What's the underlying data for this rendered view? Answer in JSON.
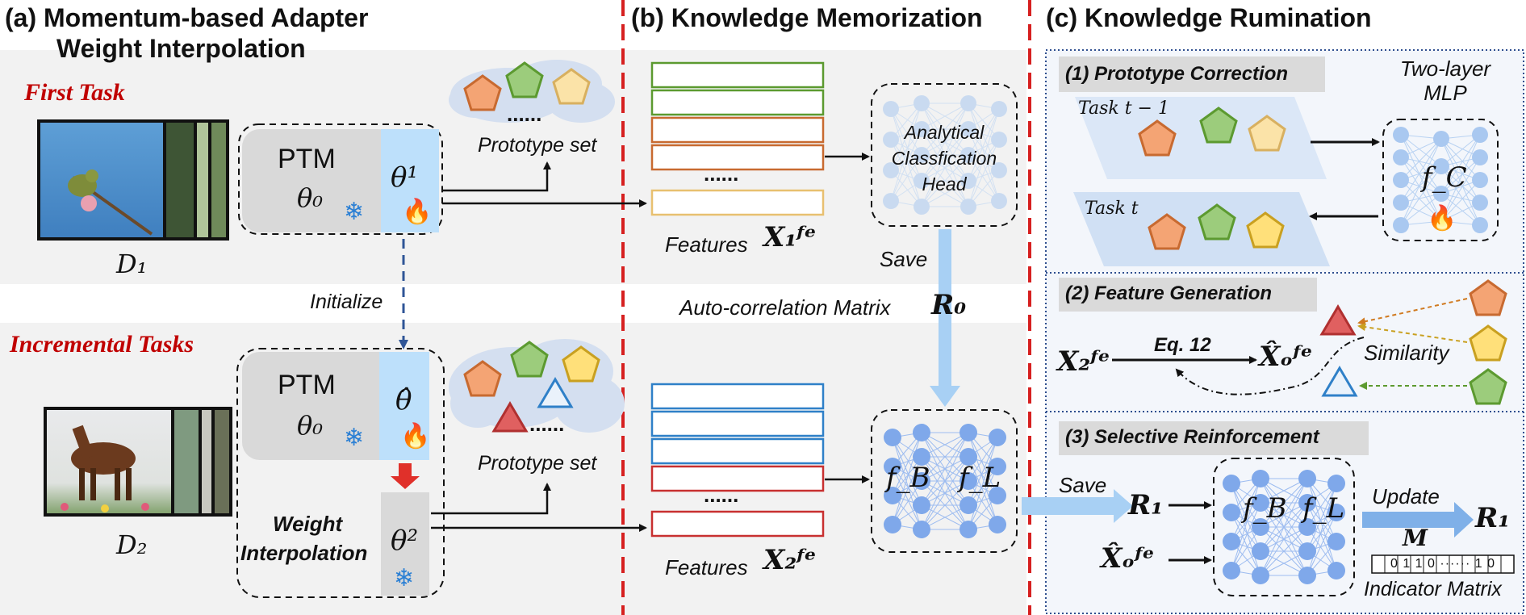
{
  "headers": {
    "a_line1": "(a) Momentum-based Adapter",
    "a_line2": "Weight Interpolation",
    "b": "(b) Knowledge Memorization",
    "c": "(c) Knowledge Rumination"
  },
  "panel_a": {
    "first_task": "First Task",
    "incremental_tasks": "Incremental Tasks",
    "ptm": "PTM",
    "theta0": "θ₀",
    "theta1": "θ¹",
    "theta_hat": "θ̂",
    "theta2": "θ²",
    "d1": "D₁",
    "d2": "D₂",
    "initialize": "Initialize",
    "prototype_set": "Prototype set",
    "weight_interpolation_l1": "Weight",
    "weight_interpolation_l2": "Interpolation",
    "dots": "......"
  },
  "panel_b": {
    "head_l1": "Analytical",
    "head_l2": "Classfication",
    "head_l3": "Head",
    "features1": "Features",
    "features1_math": "X₁ᶠᵉ",
    "features2": "Features",
    "features2_math": "X₂ᶠᵉ",
    "save": "Save",
    "autocorr": "Auto-correlation Matrix",
    "autocorr_math": "R₀",
    "fb": "f_B",
    "fl": "f_L",
    "dots": "......"
  },
  "panel_c": {
    "sec1": "(1) Prototype Correction",
    "two_layer_l1": "Two-layer",
    "two_layer_l2": "MLP",
    "task_prev": "Task t − 1",
    "task_t": "Task t",
    "fc": "f_C",
    "sec2": "(2) Feature Generation",
    "x2fe": "X₂ᶠᵉ",
    "eq12": "Eq. 12",
    "xo_hat": "X̂ₒᶠᵉ",
    "similarity": "Similarity",
    "sec3": "(3) Selective Reinforcement",
    "save": "Save",
    "r1_in": "R₁",
    "xo_hat2": "X̂ₒᶠᵉ",
    "update": "Update",
    "r1_out": "R₁",
    "m": "M",
    "indicator_bits": "0 1 1 0 ······ 1 0",
    "indicator_matrix": "Indicator Matrix"
  },
  "colors": {
    "orange": "#f4a474",
    "green": "#9ccc7c",
    "cream": "#fbe3a8",
    "yellow": "#ffe07a",
    "red_divider": "#d62020",
    "light_blue": "#b4d8f7",
    "node_blue": "#a9c8f0",
    "triangle_red": "#e06060",
    "triangle_blue": "#2f80c8"
  }
}
